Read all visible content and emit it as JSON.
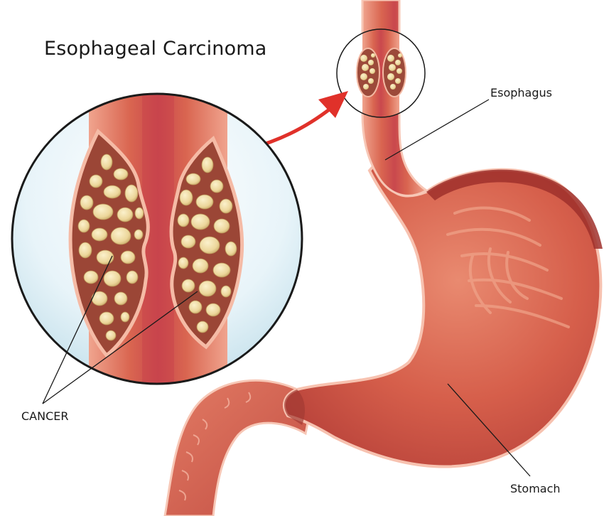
{
  "diagram": {
    "title": "Esophageal Carcinoma",
    "labels": {
      "esophagus": "Esophagus",
      "cancer": "CANCER",
      "stomach": "Stomach"
    }
  },
  "colors": {
    "tissue": "#d9604c",
    "tissue_dark": "#a8372e",
    "tissue_light": "#f3b9a3",
    "lumen": "#c84b52",
    "tumor_bg": "#9c4a3a",
    "tumor_nodule": "#f1dfa8",
    "magnifier_bg": "#d5ebf3",
    "arrow": "#e0312a"
  }
}
